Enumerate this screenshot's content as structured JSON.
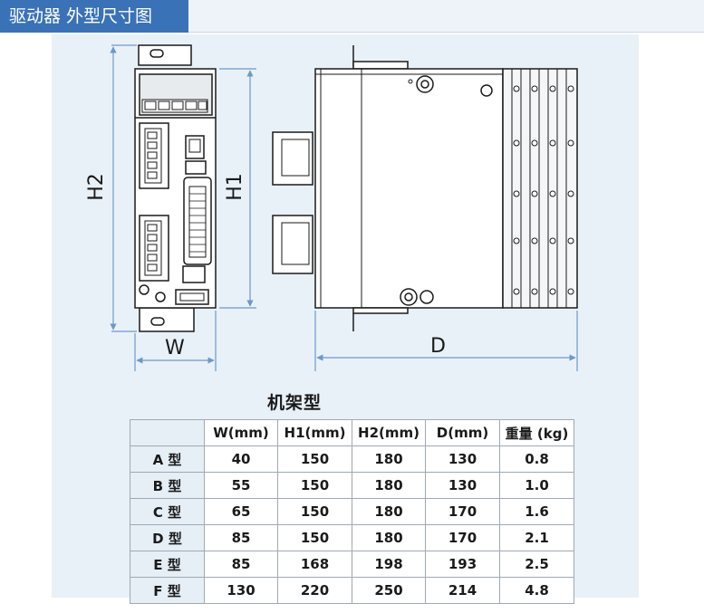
{
  "header": {
    "title": "驱动器 外型尺寸图"
  },
  "drawing": {
    "labels": {
      "h2": "H2",
      "h1": "H1",
      "w": "W",
      "d": "D"
    }
  },
  "table": {
    "caption": "机架型",
    "columns": [
      "",
      "W(mm)",
      "H1(mm)",
      "H2(mm)",
      "D(mm)",
      "重量 (kg)"
    ],
    "rows": [
      [
        "A 型",
        "40",
        "150",
        "180",
        "130",
        "0.8"
      ],
      [
        "B 型",
        "55",
        "150",
        "180",
        "130",
        "1.0"
      ],
      [
        "C 型",
        "65",
        "150",
        "180",
        "170",
        "1.6"
      ],
      [
        "D 型",
        "85",
        "150",
        "180",
        "170",
        "2.1"
      ],
      [
        "E 型",
        "85",
        "168",
        "198",
        "193",
        "2.5"
      ],
      [
        "F 型",
        "130",
        "220",
        "250",
        "214",
        "4.8"
      ]
    ]
  }
}
